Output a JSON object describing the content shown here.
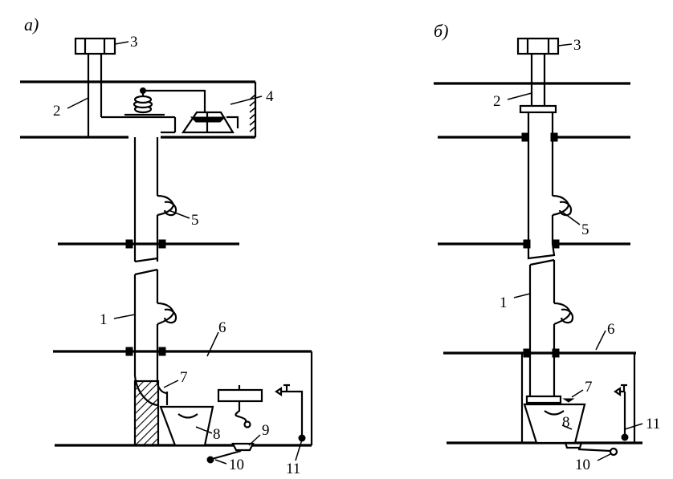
{
  "panels": [
    {
      "label": "а)"
    },
    {
      "label": "б)"
    }
  ],
  "callouts": {
    "a": [
      "3",
      "2",
      "4",
      "5",
      "1",
      "6",
      "7",
      "8",
      "9",
      "10",
      "11"
    ],
    "b": [
      "3",
      "2",
      "5",
      "1",
      "6",
      "7",
      "8",
      "11",
      "10"
    ]
  }
}
